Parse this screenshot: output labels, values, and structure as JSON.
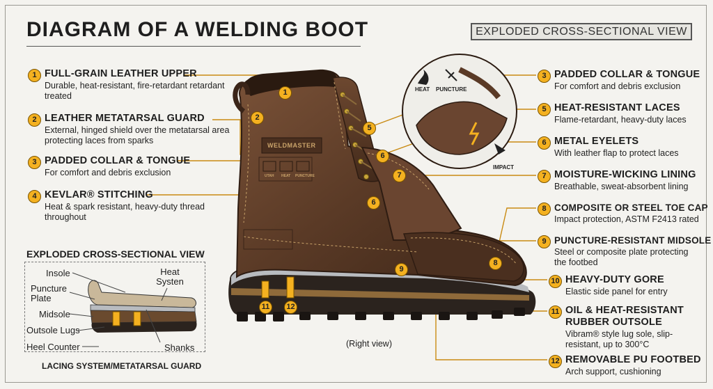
{
  "title": "DIAGRAM OF A WELDING BOOT",
  "view_badge": "EXPLODED CROSS-SECTIONAL VIEW",
  "left_labels": [
    {
      "num": "1",
      "title": "FULL-GRAIN LEATHER UPPER",
      "desc": "Durable, heat-resistant, fire-retardant retardant treated"
    },
    {
      "num": "2",
      "title": "LEATHER METATARSAL GUARD",
      "desc": "External, hinged shield over the metatarsal area protecting laces from sparks"
    },
    {
      "num": "3",
      "title": "PADDED COLLAR & TONGUE",
      "desc": "For comfort and debris exclusion"
    },
    {
      "num": "4",
      "title": "KEVLAR® STITCHING",
      "desc": "Heat & spark resistant, heavy-duty thread throughout"
    }
  ],
  "right_labels": [
    {
      "num": "3",
      "title": "PADDED COLLAR & TONGUE",
      "desc": "For comfort and debris exclusion"
    },
    {
      "num": "5",
      "title": "HEAT-RESISTANT LACES",
      "desc": "Flame-retardant, heavy-duty laces"
    },
    {
      "num": "6",
      "title": "METAL EYELETS",
      "desc": "With leather flap to protect laces"
    },
    {
      "num": "7",
      "title": "MOISTURE-WICKING LINING",
      "desc": "Breathable, sweat-absorbent lining"
    },
    {
      "num": "8",
      "title": "COMPOSITE OR STEEL TOE CAP",
      "desc": "Impact protection, ASTM F2413 rated"
    },
    {
      "num": "9",
      "title": "PUNCTURE-RESISTANT MIDSOLE",
      "desc": "Steel or composite plate protecting the footbed"
    },
    {
      "num": "10",
      "title": "HEAVY-DUTY GORE",
      "desc": "Elastic side panel for entry"
    },
    {
      "num": "11",
      "title": "OIL & HEAT-RESISTANT RUBBER OUTSOLE",
      "desc": "Vibram® style lug sole, slip-resistant, up to 300°C"
    },
    {
      "num": "12",
      "title": "REMOVABLE PU FOOTBED",
      "desc": "Arch support, cushioning"
    }
  ],
  "inset": {
    "title": "EXPLODED CROSS-SECTIONAL VIEW",
    "labels": [
      "Insole",
      "Puncture Plate",
      "Midsole",
      "Outsole Lugs",
      "Heel Counter",
      "Heat Systen",
      "Shanks"
    ],
    "footer": "LACING SYSTEM/METATARSAL GUARD"
  },
  "boot": {
    "brand": "WELDMASTER",
    "callouts": [
      "1",
      "2",
      "5",
      "6",
      "6",
      "7",
      "8",
      "9",
      "11",
      "12"
    ],
    "icon_captions": [
      "HEAT",
      "PUNCTURE",
      "IMPACT"
    ],
    "panel_text": [
      "UTAH",
      "HEAT",
      "PUNCTURE"
    ]
  },
  "caption": "(Right view)",
  "colors": {
    "callout_fill": "#f4b120",
    "leader_line": "#c98a12",
    "leather": "#5a3a26",
    "sole": "#2b231e"
  }
}
